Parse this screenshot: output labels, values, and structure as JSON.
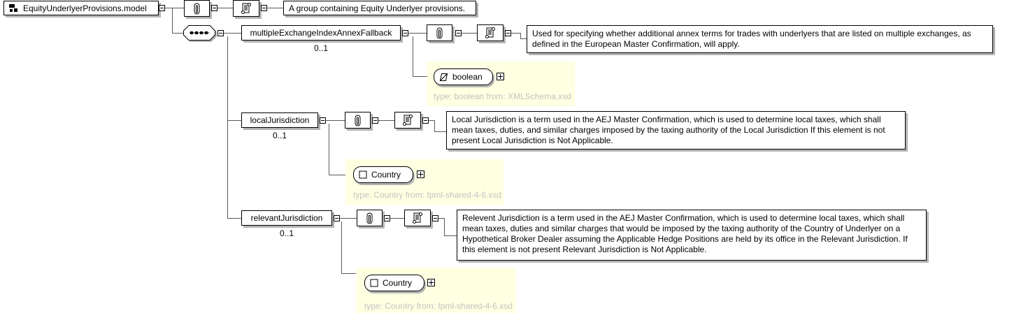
{
  "diagram": {
    "root": {
      "label": "EquityUnderlyerProvisions.model",
      "doc": "A group containing Equity Underlyer provisions."
    },
    "compositor": "sequence",
    "elements": [
      {
        "name": "multipleExchangeIndexAnnexFallback",
        "occurrence": "0..1",
        "doc": "Used for specifying whether additional annex terms for trades with underlyers that are listed on multiple exchanges, as defined in the European Master Confirmation, will apply.",
        "type": {
          "name": "boolean",
          "kind": "simple",
          "source": "type: boolean from: XMLSchema.xsd"
        }
      },
      {
        "name": "localJurisdiction",
        "occurrence": "0..1",
        "doc": "Local Jurisdiction is a term used in the AEJ Master Confirmation, which is used to determine local taxes, which shall mean taxes, duties, and similar charges imposed by the taxing authority of the Local Jurisdiction If this element is not present Local Jurisdiction is Not Applicable.",
        "type": {
          "name": "Country",
          "kind": "complex",
          "source": "type: Country from: fpml-shared-4-6.xsd"
        }
      },
      {
        "name": "relevantJurisdiction",
        "occurrence": "0..1",
        "doc": "Relevent Jurisdiction is a term used in the AEJ Master Confirmation, which is used to determine local taxes, which shall mean taxes, duties and similar charges that would be imposed by the taxing authority of the Country of Underlyer on a Hypothetical Broker Dealer assuming the Applicable Hedge Positions are held by its office in the Relevant Jurisdiction. If this element is not present Relevant Jurisdiction is Not Applicable.",
        "type": {
          "name": "Country",
          "kind": "complex",
          "source": "type: Country from: fpml-shared-4-6.xsd"
        }
      }
    ],
    "icons": {
      "root": "model-group-icon",
      "annotation": "paperclip-icon",
      "documentation": "scroll-icon",
      "compositor": "sequence-icon",
      "simple_type": "simple-type-icon",
      "complex_type": "complex-type-icon",
      "collapse": "minus-toggle",
      "expand": "plus-toggle"
    },
    "colors": {
      "type_panel_bg": "#FFFFE1",
      "type_source_text": "#C3C3C3",
      "box_shadow": "#B3B3B3",
      "connector": "#5A5A5A"
    }
  }
}
